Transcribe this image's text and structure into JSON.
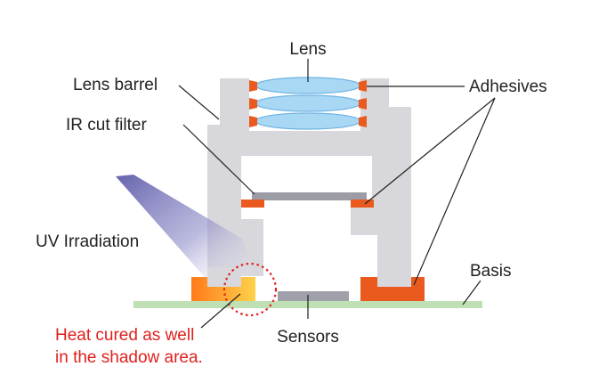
{
  "labels": {
    "lens": "Lens",
    "lens_barrel": "Lens barrel",
    "adhesives": "Adhesives",
    "ir_cut_filter": "IR cut filter",
    "uv_irradiation": "UV Irradiation",
    "basis": "Basis",
    "sensors": "Sensors",
    "note_line1": "Heat cured as well",
    "note_line2": "in the shadow area."
  },
  "colors": {
    "barrel": "#d7d7dc",
    "adhesive": "#ea5a1e",
    "lens_fill": "#a9d8f5",
    "lens_stroke": "#6fb4e3",
    "filter": "#9b9ca6",
    "basis": "#bfe0b4",
    "sensor": "#9fa0aa",
    "uv_beam_start": "#5d5aa8",
    "uv_beam_end": "#ffffff",
    "heat_start": "#ff7a1a",
    "heat_end": "#ffd24a",
    "note_red": "#e0201e",
    "leader": "#222222"
  }
}
